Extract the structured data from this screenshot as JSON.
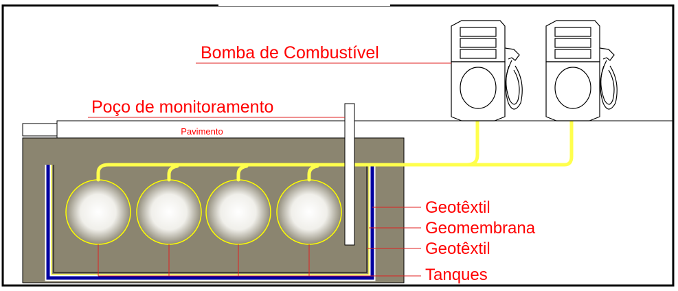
{
  "title": "",
  "labels": {
    "fuel_pump": "Bomba de Combustível",
    "monitoring_well": "Poço de monitoramento",
    "pavement": "Pavimento",
    "layer_geotextile_outer": "Geotêxtil",
    "layer_geomembrane": "Geomembrana",
    "layer_geotextile_inner": "Geotêxtil",
    "tanks": "Tanques"
  },
  "counts": {
    "tanks": 4,
    "pumps": 2
  },
  "colors": {
    "label_red": "#ff0000",
    "leader_red": "#e02020",
    "soil": "#8b8570",
    "pipe_yellow": "#ffff4d",
    "geomembrane_blue": "#0000a0",
    "tank_outline": "#ffff00",
    "pump_fill": "#ffffff",
    "frame": "#000000"
  }
}
